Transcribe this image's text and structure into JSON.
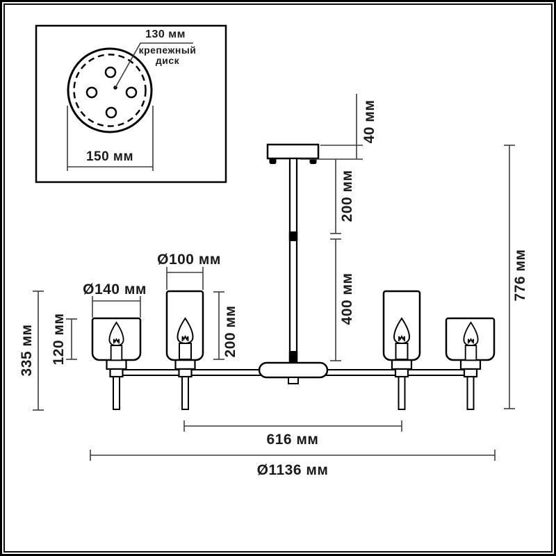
{
  "inset": {
    "disk_diameter": "130 мм",
    "disk_label_line1": "крепежный",
    "disk_label_line2": "диск",
    "plate_diameter": "150 мм"
  },
  "dimensions": {
    "canopy_height": "40 мм",
    "upper_rod_length": "200 мм",
    "lower_rod_length": "400 мм",
    "overall_height": "776 мм",
    "arm_assembly_height": "335 мм",
    "wide_shade_height": "120 мм",
    "wide_shade_diameter": "Ø140 мм",
    "narrow_shade_diameter": "Ø100 мм",
    "narrow_shade_height": "200 мм",
    "inner_arm_span": "616 мм",
    "overall_diameter": "Ø1136 мм"
  }
}
